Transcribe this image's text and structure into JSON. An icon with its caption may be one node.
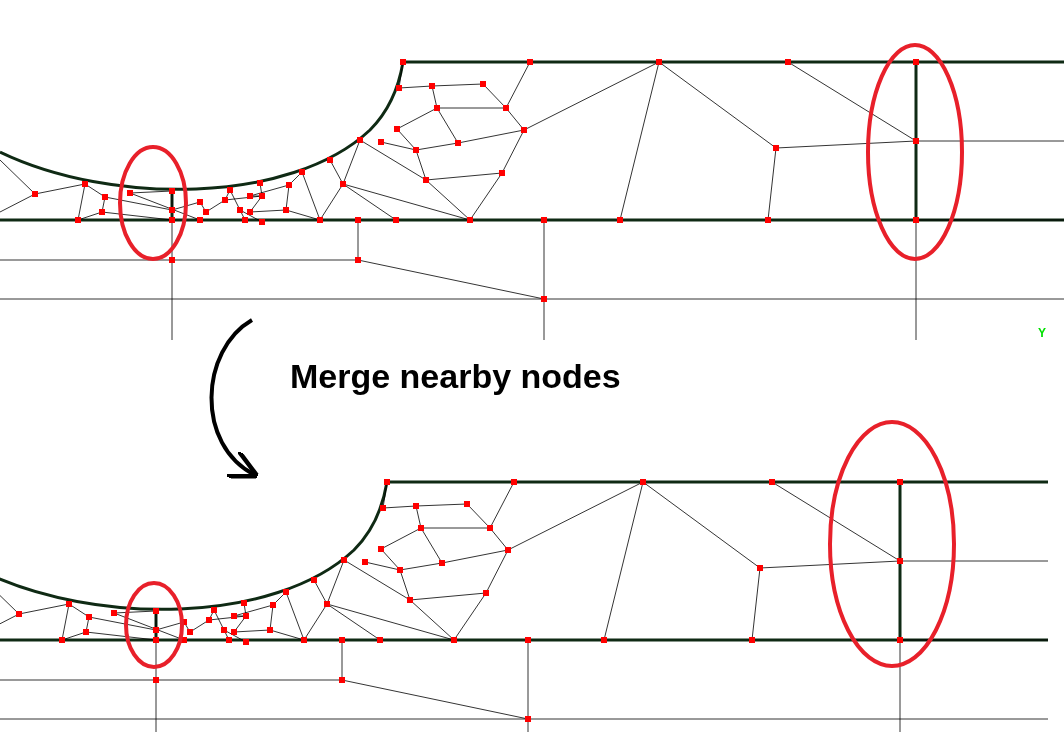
{
  "diagram": {
    "nodes": [
      {
        "text": [],
        "shape": "picture"
      },
      {
        "text": [],
        "shape": "picture"
      }
    ],
    "edges": [
      {
        "from": 0,
        "to": 1,
        "arrow": "to",
        "label": "Merge nearby nodes"
      }
    ],
    "labels": [
      "Y"
    ]
  }
}
